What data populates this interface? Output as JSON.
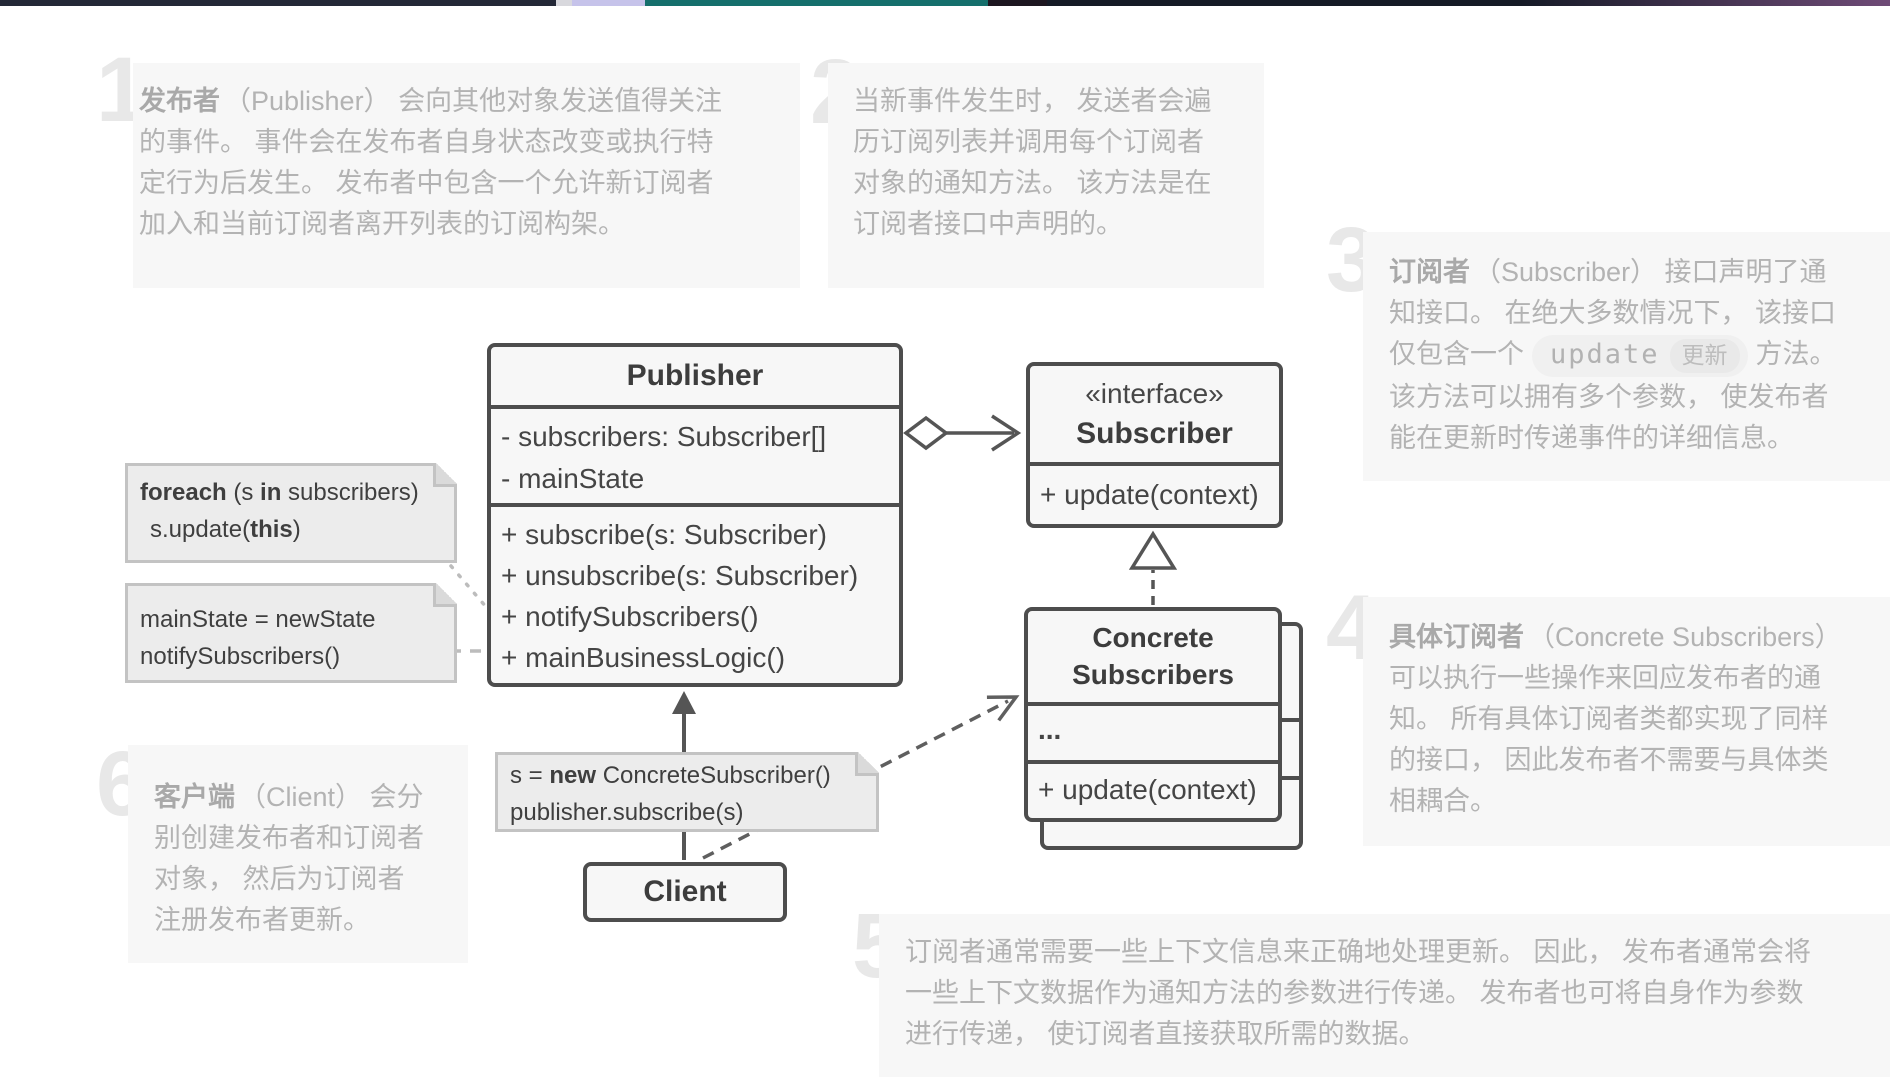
{
  "topbar": {
    "segments": [
      {
        "c": "#232837"
      },
      {
        "c": "#d8d8dd"
      },
      {
        "c": "#c6c3ea"
      },
      {
        "c": "#156f6c"
      },
      {
        "c": "#1d1620"
      },
      {
        "c": "#151a26"
      },
      {
        "g": [
          "#151a26",
          "#6f4b77"
        ]
      }
    ]
  },
  "colors": {
    "panel_bg": "#f7f7f7",
    "panel_text": "#b3b3b3",
    "numeral": "#e8e8e8",
    "uml_border": "#4d4d4d",
    "uml_bg": "#f7f7f7",
    "uml_text": "#454545",
    "note_bg": "#ececec",
    "note_border": "#c3c3c3",
    "wire": "#555555",
    "accent_teal": "#156f6c",
    "accent_lavender": "#c6c3ea",
    "accent_purple": "#6f4b77"
  },
  "panels": {
    "p1": {
      "num": "1",
      "lead": "发布者",
      "body": "（Publisher） 会向其他对象发送值得关注\n的事件。 事件会在发布者自身状态改变或执行特\n定行为后发生。 发布者中包含一个允许新订阅者\n加入和当前订阅者离开列表的订阅构架。"
    },
    "p2": {
      "num": "2",
      "body": "当新事件发生时， 发送者会遍\n历订阅列表并调用每个订阅者\n对象的通知方法。 该方法是在\n订阅者接口中声明的。"
    },
    "p3": {
      "num": "3",
      "lead": "订阅者",
      "t1": "（Subscriber） 接口声明了通\n知接口。 在绝大多数情况下， 该接口\n仅包含一个",
      "code": "update",
      "badge": "更新",
      "t2": "方法。\n该方法可以拥有多个参数， 使发布者\n能在更新时传递事件的详细信息。"
    },
    "p4": {
      "num": "4",
      "lead": "具体订阅者",
      "body": "（Concrete Subscribers）\n可以执行一些操作来回应发布者的通\n知。 所有具体订阅者类都实现了同样\n的接口， 因此发布者不需要与具体类\n相耦合。"
    },
    "p5": {
      "num": "5",
      "body": "订阅者通常需要一些上下文信息来正确地处理更新。 因此， 发布者通常会将\n一些上下文数据作为通知方法的参数进行传递。 发布者也可将自身作为参数\n进行传递， 使订阅者直接获取所需的数据。"
    },
    "p6": {
      "num": "6",
      "lead": "客户端",
      "body": "（Client） 会分\n别创建发布者和订阅者\n对象， 然后为订阅者\n注册发布者更新。"
    }
  },
  "uml": {
    "publisher": {
      "title": "Publisher",
      "attrs": [
        "- subscribers: Subscriber[]",
        "- mainState"
      ],
      "methods": [
        "+ subscribe(s: Subscriber)",
        "+ unsubscribe(s: Subscriber)",
        "+ notifySubscribers()",
        "+ mainBusinessLogic()"
      ]
    },
    "subscriber": {
      "stereotype": "«interface»",
      "title": "Subscriber",
      "method": "+ update(context)"
    },
    "concrete": {
      "title_line1": "Concrete",
      "title_line2": "Subscribers",
      "ellipsis": "...",
      "method": "+ update(context)"
    },
    "client": {
      "title": "Client"
    }
  },
  "notes": {
    "n1": {
      "b1": "foreach",
      "t1": " (s ",
      "b2": "in",
      "t2": " subscribers)",
      "t3": "s.update(",
      "b3": "this",
      "t4": ")"
    },
    "n2": {
      "l1": "mainState = newState",
      "l2": "notifySubscribers()"
    },
    "n3": {
      "t1": "s = ",
      "b1": "new",
      "t2": " ConcreteSubscriber()",
      "l2": "publisher.subscribe(s)"
    }
  }
}
